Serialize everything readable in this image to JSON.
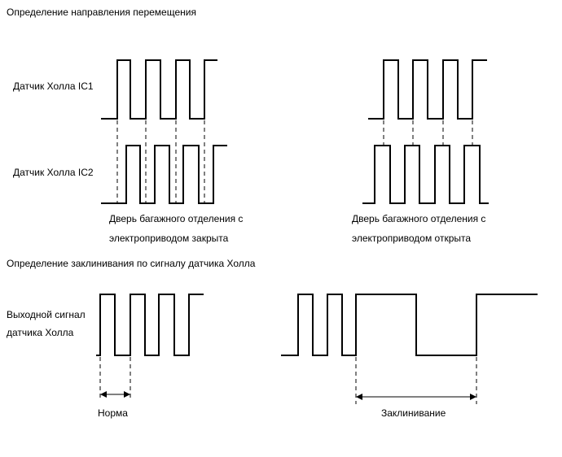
{
  "section1": {
    "title": "Определение направления перемещения",
    "sensor1_label": "Датчик Холла IC1",
    "sensor2_label": "Датчик Холла IC2",
    "closed_caption_line1": "Дверь багажного отделения с",
    "closed_caption_line2": "электроприводом закрыта",
    "open_caption_line1": "Дверь багажного отделения с",
    "open_caption_line2": "электроприводом открыта"
  },
  "section2": {
    "title": "Определение заклинивания по сигналу датчика Холла",
    "output_label_line1": "Выходной сигнал",
    "output_label_line2": "датчика Холла",
    "normal_label": "Норма",
    "jam_label": "Заклинивание"
  },
  "colors": {
    "line": "#000000",
    "background": "#ffffff"
  }
}
